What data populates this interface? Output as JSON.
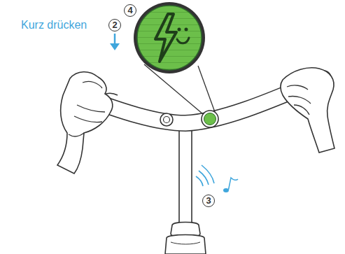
{
  "diagram": {
    "labels": [
      "4",
      "Kurz drücken",
      "2",
      "3"
    ]
  }
}
